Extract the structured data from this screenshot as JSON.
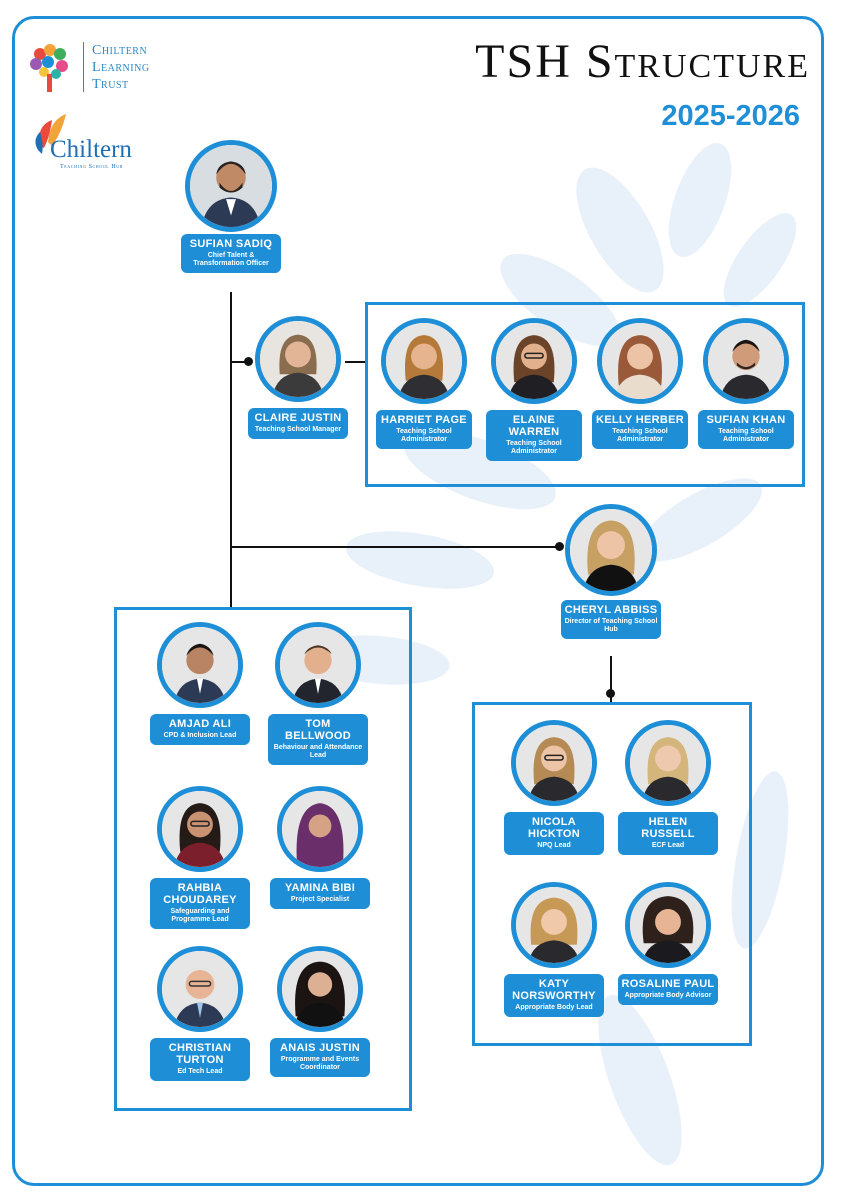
{
  "header": {
    "title": "TSH Structure",
    "year": "2025-2026"
  },
  "logos": {
    "trust_line1": "Chiltern",
    "trust_line2": "Learning",
    "trust_line3": "Trust",
    "hub_name": "Chiltern",
    "hub_sub": "Teaching School Hub"
  },
  "colors": {
    "accent": "#1e8fd6",
    "title": "#111111",
    "year": "#1f8fd8"
  },
  "people": {
    "sufian_sadiq": {
      "name": "Sufian Sadiq",
      "role": "Chief Talent & Transformation Officer"
    },
    "claire_justin": {
      "name": "Claire Justin",
      "role": "Teaching School Manager"
    },
    "harriet_page": {
      "name": "Harriet Page",
      "role": "Teaching School Administrator"
    },
    "elaine_warren": {
      "name": "Elaine Warren",
      "role": "Teaching School Administrator"
    },
    "kelly_herber": {
      "name": "Kelly Herber",
      "role": "Teaching School Administrator"
    },
    "sufian_khan": {
      "name": "Sufian Khan",
      "role": "Teaching School Administrator"
    },
    "cheryl_abbiss": {
      "name": "Cheryl Abbiss",
      "role": "Director of Teaching School Hub"
    },
    "amjad_ali": {
      "name": "Amjad Ali",
      "role": "CPD & Inclusion Lead"
    },
    "tom_bellwood": {
      "name": "Tom Bellwood",
      "role": "Behaviour and Attendance Lead"
    },
    "rahbia_choudarey": {
      "name": "Rahbia Choudarey",
      "role": "Safeguarding and Programme Lead"
    },
    "yamina_bibi": {
      "name": "Yamina Bibi",
      "role": "Project Specialist"
    },
    "christian_turton": {
      "name": "Christian Turton",
      "role": "Ed Tech Lead"
    },
    "anais_justin": {
      "name": "Anais Justin",
      "role": "Programme and Events Coordinator"
    },
    "nicola_hickton": {
      "name": "Nicola Hickton",
      "role": "NPQ Lead"
    },
    "helen_russell": {
      "name": "Helen Russell",
      "role": "ECF Lead"
    },
    "katy_norsworthy": {
      "name": "Katy Norsworthy",
      "role": "Appropriate Body Lead"
    },
    "rosaline_paul": {
      "name": "Rosaline Paul",
      "role": "Appropriate Body Advisor"
    }
  }
}
